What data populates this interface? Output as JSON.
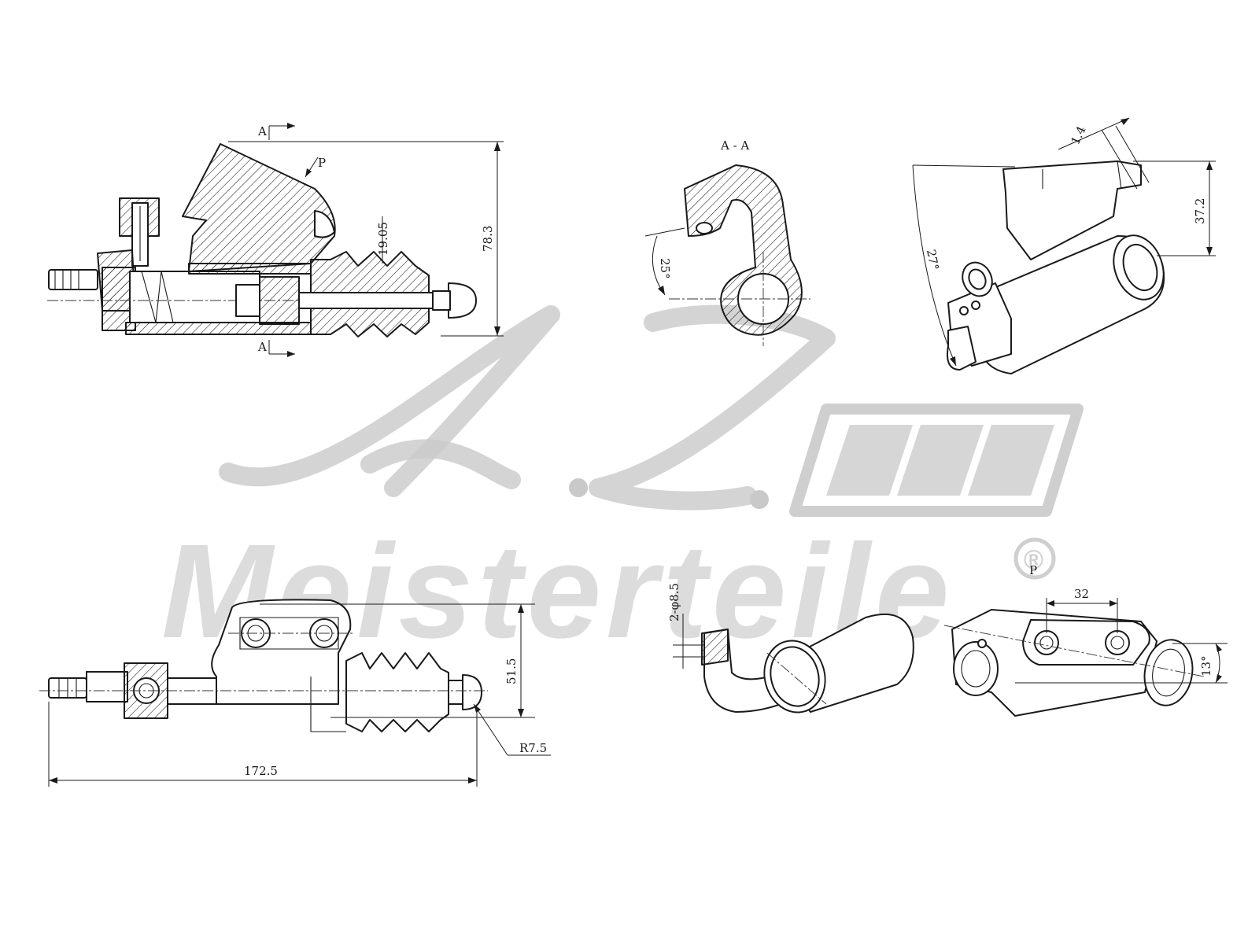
{
  "watermark": {
    "script": "A.Z.",
    "brand": "Meisterteile",
    "mark": "®"
  },
  "dimensions": {
    "height_total": "78.3",
    "bore": "19.05",
    "height_reservoir": "37.2",
    "wall": "1.4",
    "angle_reservoir": "27°",
    "angle_section": "25°",
    "flange_height": "51.5",
    "ball_radius": "R7.5",
    "length_total": "172.5",
    "holes": "2-φ8.5",
    "hole_spacing": "32",
    "angle_bottom": "13°"
  },
  "labels": {
    "section_marker": "A",
    "section_title": "A - A",
    "view_p": "P"
  },
  "colors": {
    "line": "#1a1a1a",
    "watermark": "#c9c9c9"
  }
}
